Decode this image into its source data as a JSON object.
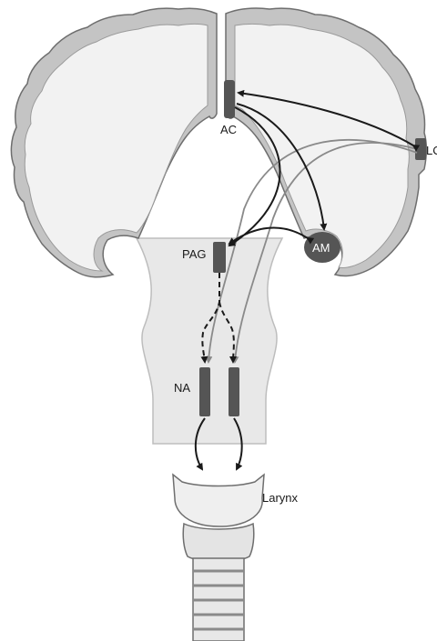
{
  "labels": {
    "ac": "AC",
    "lc": "LC",
    "pag": "PAG",
    "am": "AM",
    "na": "NA",
    "larynx": "Larynx"
  },
  "colors": {
    "cortex": "#c4c4c4",
    "white_matter": "#f2f2f2",
    "outline": "#6e6e6e",
    "nucleus": "#555555",
    "black_arrow": "#1a1a1a",
    "gray_arrow": "#8a8a8a",
    "brainstem": "#e8e8e8",
    "larynx": "#efefef"
  }
}
